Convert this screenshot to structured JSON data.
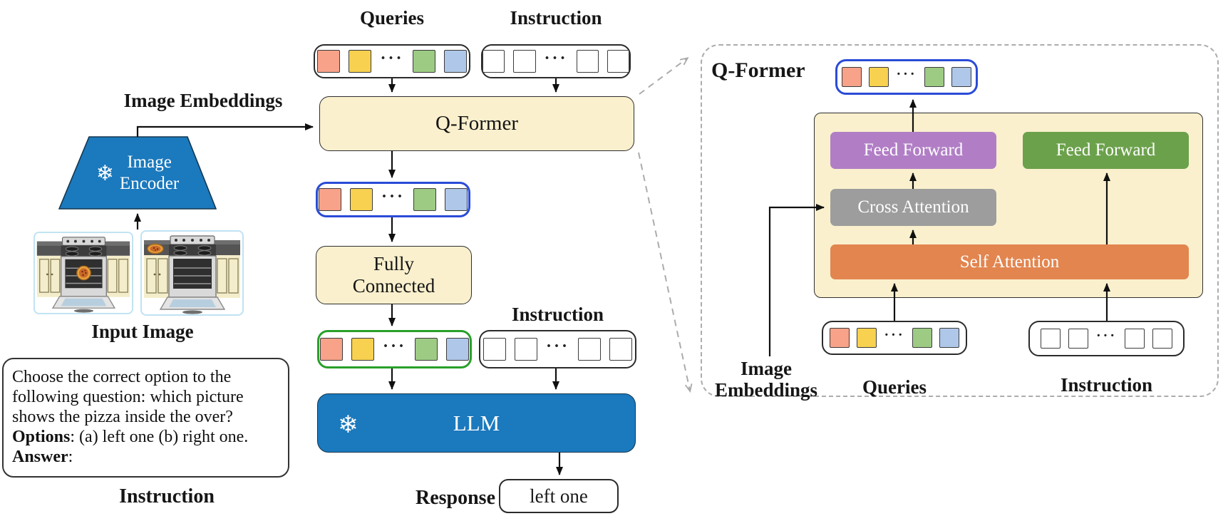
{
  "fig": {
    "tokens": {
      "ellipsis": "···",
      "query_colors": [
        "#F7A289",
        "#F7D14F",
        "#9DCB84",
        "#AFC7E8"
      ],
      "instruction_color": "#FFFFFF"
    },
    "colors": {
      "cream": "#FAF0CD",
      "blue": "#1B79BD",
      "purple": "#B17EC6",
      "gray": "#9D9D9D",
      "orange": "#E2854F",
      "green": "#6BA14B",
      "blue_token_border": "#2A4BD7",
      "green_token_border": "#2AA02A",
      "dashed_gray": "#ACACAC"
    },
    "main": {
      "queries_label": "Queries",
      "instruction_top_label": "Instruction",
      "qformer_label": "Q-Former",
      "image_embeddings_label": "Image Embeddings",
      "snowflake": "❄",
      "image_encoder_line1": "Image",
      "image_encoder_line2": "Encoder",
      "input_image_label": "Input Image",
      "prompt_lines": [
        {
          "bold": "",
          "text": "Choose the correct option to the"
        },
        {
          "bold": "",
          "text": "following question: which picture"
        },
        {
          "bold": "",
          "text": "shows the pizza inside the over?"
        },
        {
          "bold": "Options",
          "text": ": (a) left one (b) right one."
        },
        {
          "bold": "Answer",
          "text": ":"
        }
      ],
      "instruction_caption": "Instruction",
      "fully_connected_line1": "Fully",
      "fully_connected_line2": "Connected",
      "instruction_mid_label": "Instruction",
      "llm_label": "LLM",
      "response_label": "Response",
      "response_value": "left one"
    },
    "panel": {
      "title": "Q-Former",
      "feed_forward_left": "Feed Forward",
      "feed_forward_right": "Feed Forward",
      "cross_attention": "Cross Attention",
      "self_attention": "Self Attention",
      "image_embeddings_line1": "Image",
      "image_embeddings_line2": "Embeddings",
      "queries_label": "Queries",
      "instruction_label": "Instruction"
    }
  }
}
